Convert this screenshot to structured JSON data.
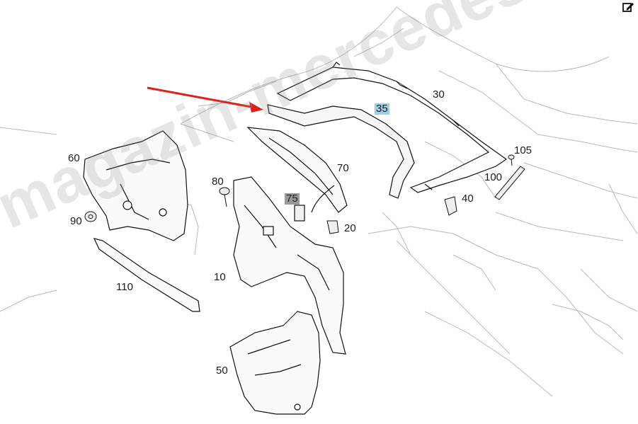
{
  "watermark": "magazin-mercedes.ru",
  "icons": {
    "edit": "edit-icon"
  },
  "colors": {
    "arrow": "#e0201a",
    "highlight_blue": "#9fd0e6",
    "highlight_gray": "#9a9a9a",
    "line_heavy": "#111111",
    "line_light": "#b8b8b8"
  },
  "callouts": {
    "p10": "10",
    "p20": "20",
    "p30": "30",
    "p35": "35",
    "p40": "40",
    "p50": "50",
    "p60": "60",
    "p70": "70",
    "p75": "75",
    "p80": "80",
    "p90": "90",
    "p100": "100",
    "p105": "105",
    "p110": "110"
  }
}
